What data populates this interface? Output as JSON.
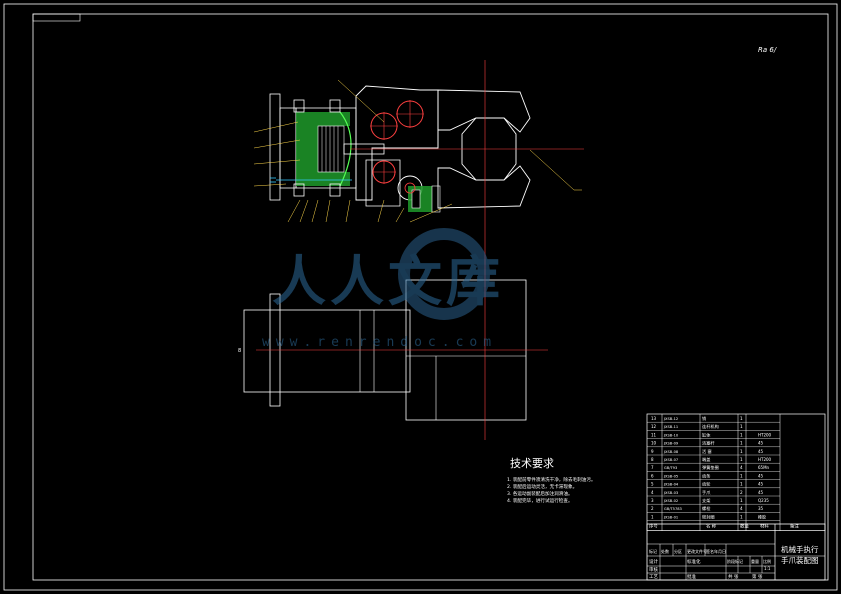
{
  "corner_note": "Ra 6/",
  "tech_requirements": {
    "title": "技术要求",
    "items": [
      "1. 装配前零件须清洗干净，除去毛刺油污。",
      "2. 装配后运动灵活，无卡滞现象。",
      "3. 各运动副装配后加注润滑油。",
      "4. 装配完毕，进行试运行检查。"
    ]
  },
  "watermark": {
    "cn": "人人文库",
    "url": "www.renrendoc.com"
  },
  "parts_list": {
    "rows": [
      {
        "code": "JXSB-12",
        "name": "销",
        "qty": "1",
        "note": ""
      },
      {
        "code": "JXSB-11",
        "name": "连杆机构",
        "qty": "1",
        "note": ""
      },
      {
        "code": "JXSB-10",
        "name": "缸体",
        "qty": "1",
        "note": "HT200"
      },
      {
        "code": "JXSB-09",
        "name": "活塞杆",
        "qty": "1",
        "note": "45"
      },
      {
        "code": "JXSB-08",
        "name": "活 塞",
        "qty": "1",
        "note": "45"
      },
      {
        "code": "JXSB-07",
        "name": "端盖",
        "qty": "1",
        "note": "HT200"
      },
      {
        "code": "GB/T93",
        "name": "弹簧垫圈",
        "qty": "4",
        "note": "65Mn"
      },
      {
        "code": "JXSB-05",
        "name": "齿条",
        "qty": "1",
        "note": "45"
      },
      {
        "code": "JXSB-04",
        "name": "齿轮",
        "qty": "1",
        "note": "45"
      },
      {
        "code": "JXSB-03",
        "name": "手爪",
        "qty": "2",
        "note": "45"
      },
      {
        "code": "JXSB-02",
        "name": "支架",
        "qty": "1",
        "note": "Q235"
      },
      {
        "code": "GB/T5783",
        "name": "螺栓",
        "qty": "4",
        "note": "35"
      },
      {
        "code": "JXSB-01",
        "name": "密封圈",
        "qty": "1",
        "note": "橡胶"
      }
    ],
    "header": {
      "no": "序号",
      "name": "名 称",
      "qty": "数量",
      "material": "材料",
      "note": "备注"
    }
  },
  "title_block": {
    "title_line1": "机械手执行",
    "title_line2": "手爪装配图",
    "labels": [
      "标记",
      "处数",
      "分区",
      "更改文件号",
      "签名",
      "年月日"
    ],
    "design": "设计",
    "check": "审核",
    "process": "工艺",
    "approve": "批准",
    "std": "标准化",
    "stage": "阶段标记",
    "weight": "重量",
    "scale": "比例",
    "scale_val": "1:1",
    "sheet": "共 张",
    "sheet2": "第 张"
  }
}
